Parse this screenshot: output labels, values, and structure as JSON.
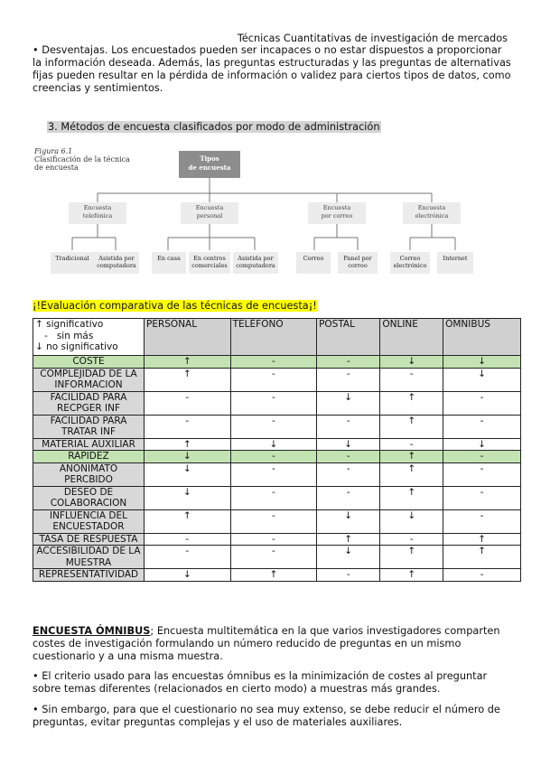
{
  "header": "Técnicas Cuantitativas de investigación de mercados",
  "intro_para": "• Desventajas. Los encuestados pueden ser incapaces o no estar dispuestos a proporcionar la información deseada. Además, las preguntas estructuradas y las preguntas de alternativas fijas pueden resultar en la pérdida de información o validez para ciertos tipos de datos, como creencias y sentimientos.",
  "section_title": "3.  Métodos de encuesta clasificados por modo de administración",
  "figure": {
    "caption_label": "Figura 6.1",
    "caption_line1": "Clasificación de la técnica",
    "caption_line2": "de encuesta",
    "root_line1": "Tipos",
    "root_line2": "de encuesta",
    "level1": [
      {
        "l1": "Encuesta",
        "l2": "telefónica"
      },
      {
        "l1": "Encuesta",
        "l2": "personal"
      },
      {
        "l1": "Encuesta",
        "l2": "por correo"
      },
      {
        "l1": "Encuesta",
        "l2": "electrónica"
      }
    ],
    "level2": [
      {
        "l1": "Tradicional",
        "l2": ""
      },
      {
        "l1": "Asistida por",
        "l2": "computadora"
      },
      {
        "l1": "En casa",
        "l2": ""
      },
      {
        "l1": "En centros",
        "l2": "comerciales"
      },
      {
        "l1": "Asistida por",
        "l2": "computadora"
      },
      {
        "l1": "Correo",
        "l2": ""
      },
      {
        "l1": "Panel por",
        "l2": "correo"
      },
      {
        "l1": "Correo",
        "l2": "electrónico"
      },
      {
        "l1": "Internet",
        "l2": ""
      }
    ]
  },
  "eval_title": "¡!Evaluación comparativa de las técnicas de encuesta¡!",
  "table": {
    "legend": [
      "↑ significativo",
      "   -   sin más",
      "↓ no significativo"
    ],
    "columns": [
      "PERSONAL",
      "TELÉFONO",
      "POSTAL",
      "ONLINE",
      "ÓMNIBUS"
    ],
    "rows": [
      {
        "label": "COSTE",
        "cells": [
          "↑",
          "-",
          "-",
          "↓",
          "↓"
        ],
        "highlight": true
      },
      {
        "label": "COMPLEJIDAD DE LA INFORMACION",
        "cells": [
          "↑",
          "-",
          "-",
          "-",
          "↓"
        ]
      },
      {
        "label": "FACILIDAD PARA RECPGER INF",
        "cells": [
          "-",
          "-",
          "↓",
          "↑",
          "-"
        ]
      },
      {
        "label": "FACILIDAD PARA TRATAR INF",
        "cells": [
          "-",
          "-",
          "-",
          "↑",
          "-"
        ]
      },
      {
        "label": "MATERIAL AUXILIAR",
        "cells": [
          "↑",
          "↓",
          "↓",
          "-",
          "↓"
        ]
      },
      {
        "label": "RAPIDEZ",
        "cells": [
          "↓",
          "-",
          "-",
          "↑",
          "-"
        ],
        "highlight": true
      },
      {
        "label": "ANONIMATO PERCBIDO",
        "cells": [
          "↓",
          "-",
          "-",
          "↑",
          "-"
        ]
      },
      {
        "label": "DESEO DE COLABORACION",
        "cells": [
          "↓",
          "-",
          "-",
          "↑",
          "-"
        ]
      },
      {
        "label": "INFLUENCIA DEL ENCUESTADOR",
        "cells": [
          "↑",
          "-",
          "↓",
          "↓",
          "-"
        ]
      },
      {
        "label": "TASA DE RESPUESTA",
        "cells": [
          "-",
          "-",
          "↑",
          "-",
          "↑"
        ]
      },
      {
        "label": "ACCESIBILIDAD DE LA MUESTRA",
        "cells": [
          "-",
          "-",
          "↓",
          "↑",
          "↑"
        ]
      },
      {
        "label": "REPRESENTATIVIDAD",
        "cells": [
          "↓",
          "↑",
          "-",
          "↑",
          "-"
        ]
      }
    ]
  },
  "omnibus": {
    "term": "ENCUESTA ÓMNIBUS",
    "definition": "; Encuesta multitemática en la que varios investigadores comparten costes de investigación formulando un número reducido de preguntas en un mismo cuestionario y a una misma muestra.",
    "bullet1": "• El criterio usado para las encuestas ómnibus es la minimización de costes al preguntar sobre temas diferentes (relacionados en cierto modo) a muestras más grandes.",
    "bullet2": "• Sin embargo, para que el cuestionario no sea muy extenso, se debe reducir el número de preguntas, evitar preguntas complejas y el uso de materiales auxiliares."
  }
}
